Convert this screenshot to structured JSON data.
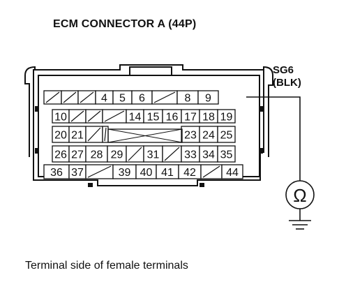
{
  "diagram": {
    "title": "ECM CONNECTOR A (44P)",
    "caption": "Terminal side of female terminals",
    "signal": {
      "name": "SG6",
      "wire": "(BLK)",
      "terminal": "9",
      "meter_symbol": "Ω"
    },
    "connector": {
      "rows": [
        [
          "",
          "",
          "",
          "4",
          "5",
          "6",
          "",
          "8",
          "9"
        ],
        [
          "10",
          "",
          "",
          "",
          "14",
          "15",
          "16",
          "17",
          "18",
          "19"
        ],
        [
          "20",
          "21",
          "",
          "",
          "",
          "",
          "",
          "23",
          "24",
          "25"
        ],
        [
          "26",
          "27",
          "28",
          "29",
          "",
          "31",
          "",
          "33",
          "34",
          "35"
        ],
        [
          "36",
          "37",
          "",
          "39",
          "40",
          "41",
          "42",
          "",
          "44"
        ]
      ]
    }
  }
}
